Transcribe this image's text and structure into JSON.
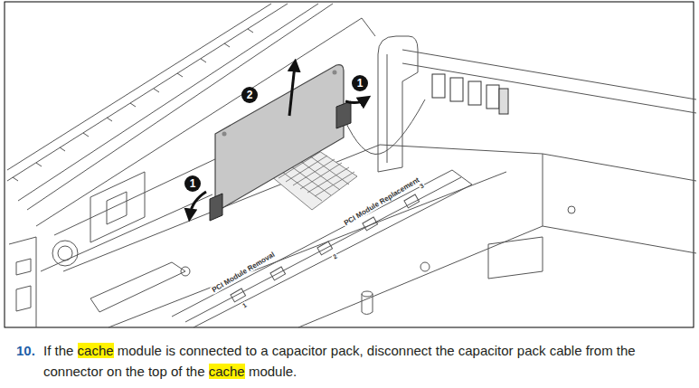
{
  "diagram": {
    "labels": [
      "2",
      "1",
      "1",
      "PCI Module Removal",
      "PCI Module Replacement",
      "1",
      "2",
      "3",
      "10.",
      "If the cache module is connected to a capacitor pack, disconnect the capacitor pack cable from the connector on the top of the cache module."
    ]
  }
}
